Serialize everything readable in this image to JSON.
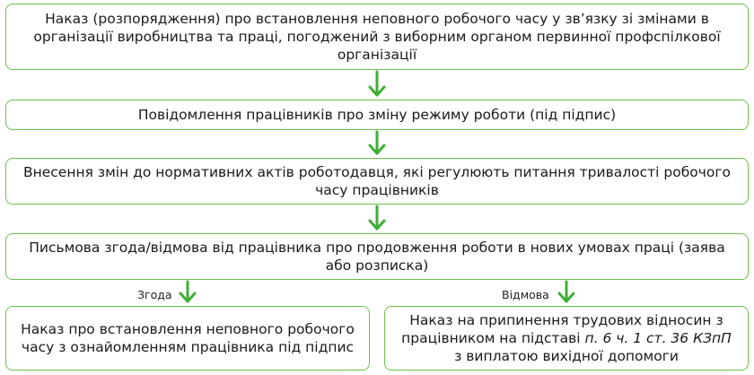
{
  "steps": {
    "order_decree": "Наказ (розпорядження) про встановлення неповного робочого часу у зв’язку зі змінами в організації виробництва та праці, погоджений з виборним органом первинної профспілкової організації",
    "notify_workers": "Повідомлення працівників про зміну режиму роботи (під підпис)",
    "amend_acts": "Внесення змін до нормативних актів роботодавця, які регулюють питання тривалості робочого часу працівників",
    "consent_refusal": "Письмова згода/відмова від працівника про продовження роботи в нових умовах праці (заява або розписка)"
  },
  "branches": {
    "agree_label": "Згода",
    "refuse_label": "Відмова",
    "agree_outcome": "Наказ про встановлення неповного робочого часу з ознайомленням працівника під підпис",
    "refuse_outcome_pre": "Наказ на припинення трудових відносин з працівником на підставі ",
    "refuse_outcome_ref": "п. 6 ч. 1 ст. 36 КЗпП",
    "refuse_outcome_post": " з виплатою вихідної допомоги"
  },
  "colors": {
    "border": "#6cc04a",
    "arrow": "#3fae35"
  }
}
